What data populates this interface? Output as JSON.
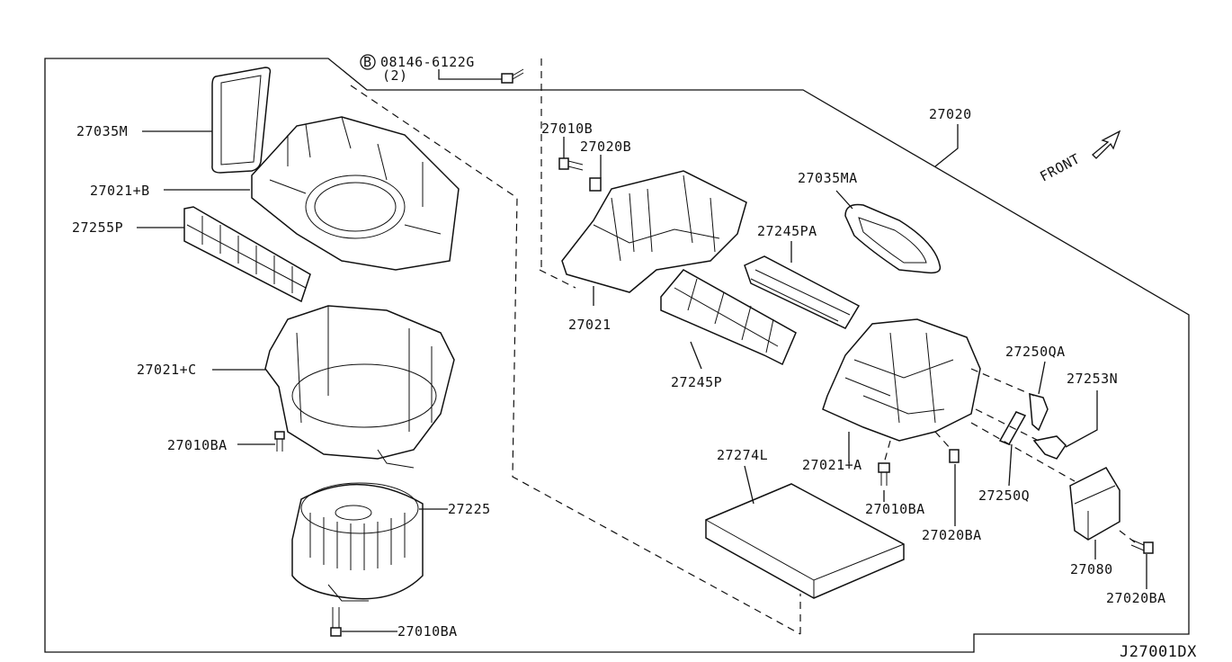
{
  "diagram_code": "J27001DX",
  "bolt_spec": {
    "prefix": "B",
    "part": "08146-6122G",
    "qty": "(2)"
  },
  "front_label": "FRONT",
  "labels": {
    "p27020": "27020",
    "p27035M": "27035M",
    "p27021B": "27021+B",
    "p27255P": "27255P",
    "p27021C": "27021+C",
    "p27010BA_1": "27010BA",
    "p27225": "27225",
    "p27010BA_2": "27010BA",
    "p27010B": "27010B",
    "p27020B": "27020B",
    "p27035MA": "27035MA",
    "p27245PA": "27245PA",
    "p27021": "27021",
    "p27245P": "27245P",
    "p27274L": "27274L",
    "p27021A": "27021+A",
    "p27010BA_3": "27010BA",
    "p27020BA_1": "27020BA",
    "p27250QA": "27250QA",
    "p27253N": "27253N",
    "p27250Q": "27250Q",
    "p27080": "27080",
    "p27020BA_2": "27020BA"
  }
}
